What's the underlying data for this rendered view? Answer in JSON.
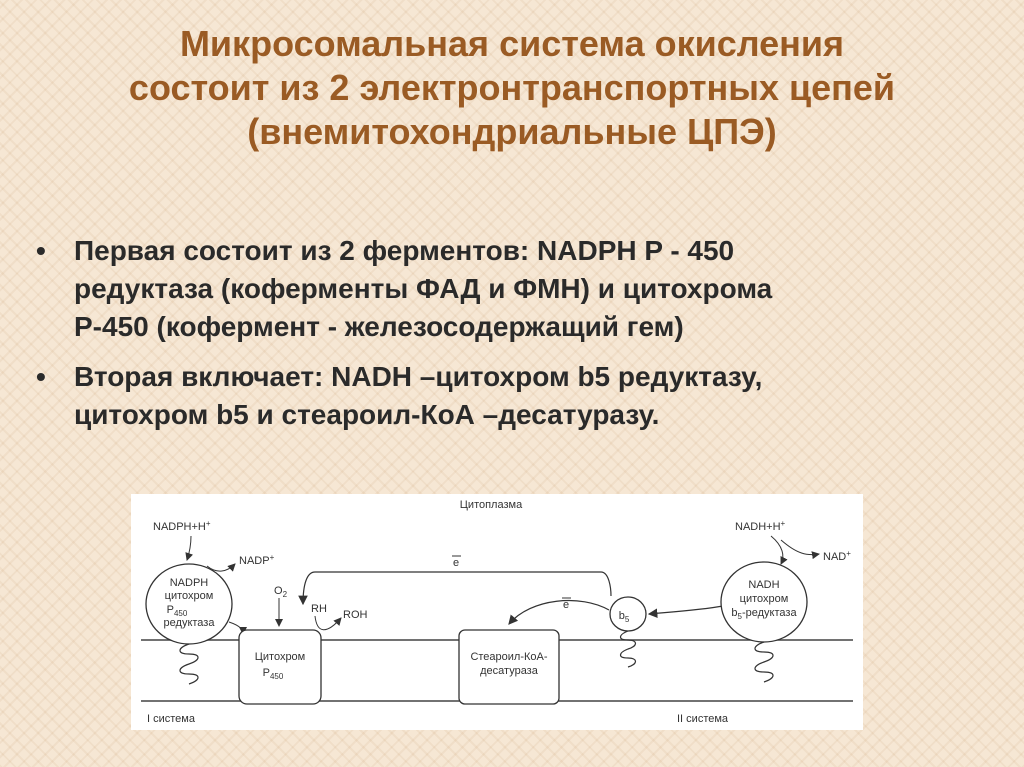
{
  "title": {
    "lines": [
      "Микросомальная система окисления",
      "состоит из 2 электронтранспортных цепей",
      "(внемитохондриальные ЦПЭ)"
    ]
  },
  "bullets": [
    {
      "lines": [
        "Первая состоит из 2 ферментов: NADPH P - 450",
        "редуктаза (коферменты ФАД и ФМН) и цитохрома",
        "Р-450 (кофермент - железосодержащий гем)"
      ]
    },
    {
      "lines": [
        "Вторая включает: NADH –цитохром b5 редуктазу,",
        "цитохром b5 и стеароил-КоА –десатуразу."
      ]
    }
  ],
  "bullet_glyph": "•",
  "diagram": {
    "cytoplasm": "Цитоплазма",
    "nadph_h": "NADPH+H",
    "nadp": "NADP",
    "plus": "+",
    "nadph_enzyme": [
      "NADPH",
      "цитохром",
      "P",
      "450",
      "редуктаза"
    ],
    "o2": "O",
    "o2_sub": "2",
    "rh": "RH",
    "roh": "ROH",
    "cyt_p450": [
      "Цитохром",
      "P",
      "450"
    ],
    "electron": "e",
    "desat": [
      "Стеароил-КоА-",
      "десатураза"
    ],
    "b5": "b",
    "b5_sub": "5",
    "nadh_h": "NADH+H",
    "nad": "NAD",
    "nadh_enzyme": [
      "NADH",
      "цитохром",
      "b",
      "5",
      "-редуктаза"
    ],
    "system1": "I система",
    "system2": "II система"
  }
}
